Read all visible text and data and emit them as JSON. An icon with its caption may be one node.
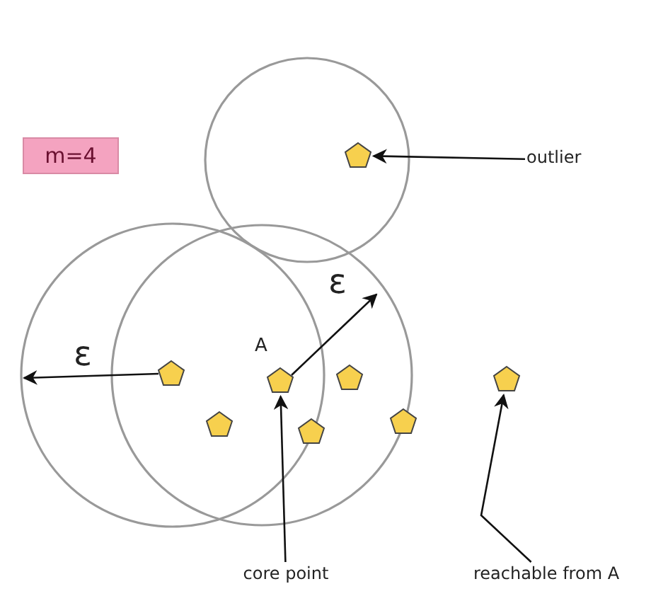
{
  "diagram": {
    "nodes": [
      {
        "text": [
          "m=4"
        ]
      },
      {
        "text": [],
        "shape": "pentagon"
      },
      {
        "text": [
          "outlier"
        ]
      },
      {
        "text": [],
        "shape": "pentagon"
      },
      {
        "text": [],
        "shape": "pentagon",
        "beside": [
          "A"
        ]
      },
      {
        "text": [],
        "shape": "pentagon"
      },
      {
        "text": [],
        "shape": "pentagon"
      },
      {
        "text": [],
        "shape": "pentagon"
      },
      {
        "text": [],
        "shape": "pentagon"
      },
      {
        "text": [],
        "shape": "pentagon"
      },
      {
        "text": [
          "core point"
        ]
      },
      {
        "text": [
          "reachable from A"
        ]
      }
    ],
    "edges": [
      {
        "from": 2,
        "to": 1,
        "arrow": "to"
      },
      {
        "from": 10,
        "to": 4,
        "arrow": "to"
      },
      {
        "from": 11,
        "to": 9,
        "arrow": "to"
      }
    ],
    "labels": [
      "ε",
      "ε"
    ]
  }
}
